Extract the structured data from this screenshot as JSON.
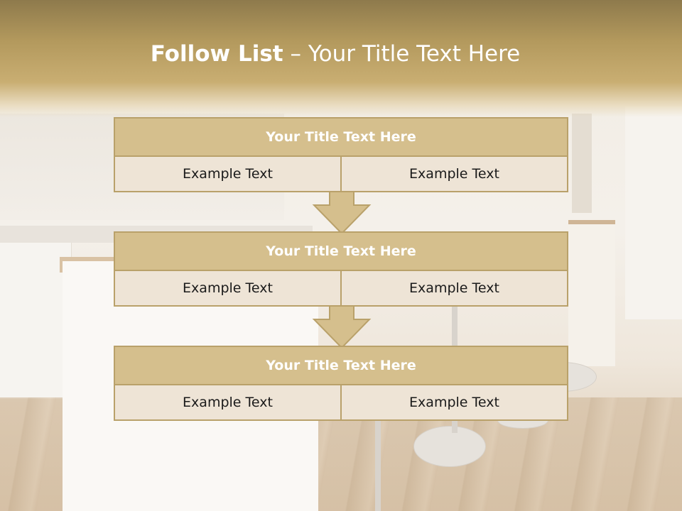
{
  "title": {
    "bold": "Follow List",
    "rest": " – Your Title Text Here"
  },
  "blocks": [
    {
      "title": "Your Title Text Here",
      "left": "Example Text",
      "right": "Example Text"
    },
    {
      "title": "Your Title Text Here",
      "left": "Example Text",
      "right": "Example Text"
    },
    {
      "title": "Your Title Text Here",
      "left": "Example Text",
      "right": "Example Text"
    }
  ],
  "colors": {
    "header_gold": "#b3995d",
    "box_head": "#d5bf8d",
    "box_cell": "#eee4d6",
    "box_border": "#b9a16a",
    "arrow_fill": "#d5bf8d"
  },
  "icons": [
    "down-arrow-icon",
    "down-arrow-icon"
  ]
}
